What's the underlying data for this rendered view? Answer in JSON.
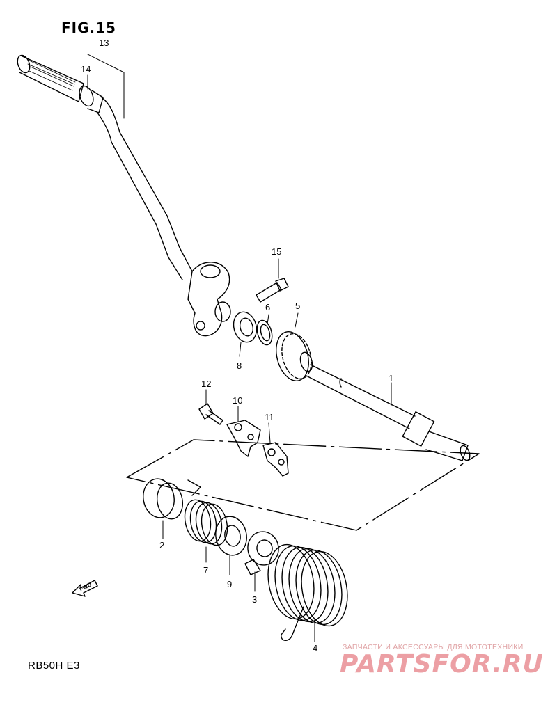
{
  "figure_title": "FIG.15",
  "model_code": "RB50H  E3",
  "fwd_arrow_label": "FWD",
  "watermark": {
    "tagline": "ЗАПЧАСТИ И АКСЕССУАРЫ ДЛЯ МОТОТЕХНИКИ",
    "brand": "PARTSFOR.RU",
    "color": "#ec9fa4"
  },
  "callouts": [
    "1",
    "2",
    "3",
    "4",
    "5",
    "6",
    "7",
    "8",
    "9",
    "10",
    "11",
    "12",
    "13",
    "14",
    "15"
  ]
}
